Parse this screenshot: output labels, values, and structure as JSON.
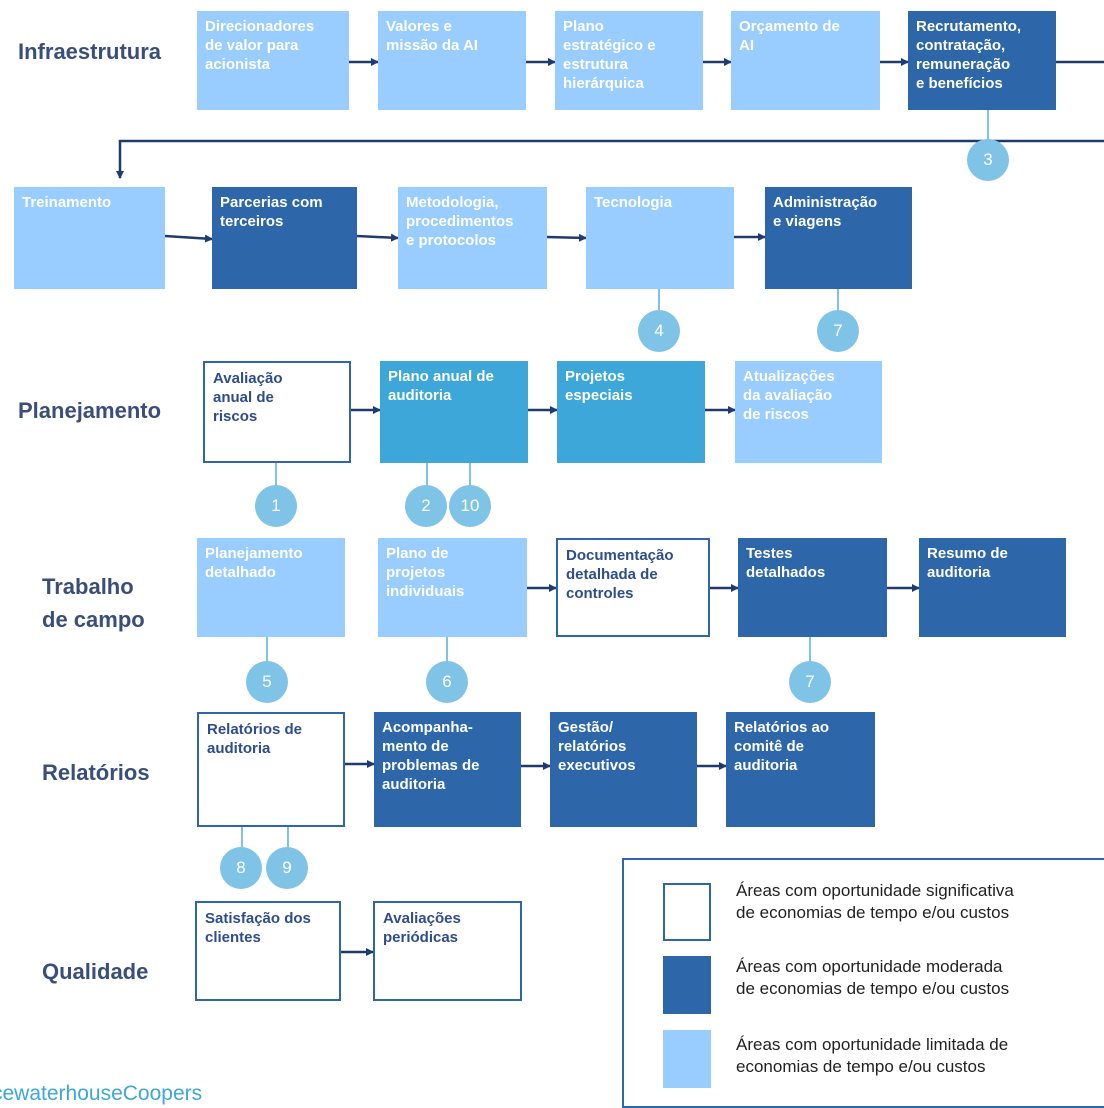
{
  "rows": {
    "infra": "Infraestrutura",
    "planning": "Planejamento",
    "fieldwork": "Trabalho\nde campo",
    "reports": "Relatórios",
    "quality": "Qualidade"
  },
  "boxes": {
    "direcionadores": "Direcionadores\nde valor para\nacionista",
    "valores": "Valores e\nmissão da AI",
    "plano_estrategico": "Plano\nestratégico e\nestrutura\nhierárquica",
    "orcamento": "Orçamento de\nAI",
    "recrutamento": "Recrutamento,\ncontratação,\nremuneração\ne benefícios",
    "treinamento": "Treinamento",
    "parcerias": "Parcerias com\nterceiros",
    "metodologia": "Metodologia,\nprocedimentos\ne protocolos",
    "tecnologia": "Tecnologia",
    "administracao": "Administração\ne viagens",
    "avaliacao_anual": "Avaliação\nanual de\nriscos",
    "plano_anual": "Plano anual de\nauditoria",
    "projetos_especiais": "Projetos\nespeciais",
    "atualizacoes": "Atualizações\nda avaliação\nde riscos",
    "planejamento_detalhado": "Planejamento\ndetalhado",
    "plano_projetos": "Plano de\nprojetos\nindividuais",
    "documentacao": "Documentação\ndetalhada de\ncontroles",
    "testes": "Testes\ndetalhados",
    "resumo": "Resumo de\nauditoria",
    "relatorios_auditoria": "Relatórios de\nauditoria",
    "acompanhamento": "Acompanha-\nmento de\nproblemas de\nauditoria",
    "gestao": "Gestão/\nrelatórios\nexecutivos",
    "relatorios_comite": "Relatórios ao\ncomitê de\nauditoria",
    "satisfacao": "Satisfação dos\nclientes",
    "avaliacoes_periodicas": "Avaliações\nperiódicas"
  },
  "badges": {
    "b3": "3",
    "b4": "4",
    "b7a": "7",
    "b1": "1",
    "b2": "2",
    "b10": "10",
    "b5": "5",
    "b6": "6",
    "b7b": "7",
    "b8": "8",
    "b9": "9"
  },
  "legend": {
    "significant": "Áreas com oportunidade significativa\nde economias de tempo e/ou custos",
    "moderate": "Áreas com oportunidade moderada\nde economias de tempo e/ou custos",
    "limited": "Áreas com oportunidade limitada de\neconomias de tempo e/ou custos"
  },
  "footer": "cewaterhouseCoopers",
  "colors": {
    "significant": "#ffffff",
    "moderate": "#2e66aa",
    "limited": "#99ccff",
    "planning_highlight": "#3da7d9",
    "badge": "#7fc3e6"
  }
}
